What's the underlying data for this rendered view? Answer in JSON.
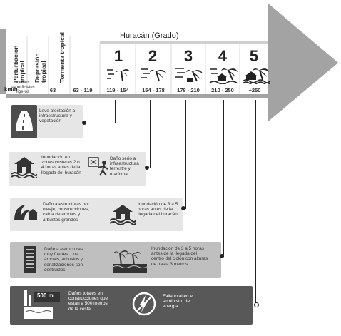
{
  "header": {
    "title": "Huracán (Grado)",
    "unit": "km/h"
  },
  "categories": [
    {
      "label": "Perturbación tropical",
      "speed": "vientos superficiales ligeros"
    },
    {
      "label": "Depresión tropical",
      "speed": "63"
    },
    {
      "label": "Tormenta tropical",
      "speed": "63 - 119"
    },
    {
      "label": "1",
      "speed": "119 - 154"
    },
    {
      "label": "2",
      "speed": "154 - 178"
    },
    {
      "label": "3",
      "speed": "178 - 210"
    },
    {
      "label": "4",
      "speed": "210 - 250"
    },
    {
      "label": "5",
      "speed": "+250"
    }
  ],
  "panels": {
    "p1": {
      "t1": "Leve afectación a infraestructura y vegetación"
    },
    "p2": {
      "t1": "Inundación en zonas costeras 2 o 4 horas antes de la llegada del huracán",
      "t2": "Daño serio a infraestructura terrestre y marítima"
    },
    "p3": {
      "t1": "Daño a estructuras por oleaje, construcciones, caída de árboles y arbustos grandes",
      "t2": "Inundación de 3 a 5 horas antes de la llegada del huracán"
    },
    "p4": {
      "t1": "Daño a estructuras muy fuertes. Los árboles, arbustos y señalizaciones son destruidos",
      "t2": "Inundación de 3 a 5 horas antes de la llegada del centro del ciclón con alturas de hasta 3 metros"
    },
    "p5": {
      "badge": "500 m",
      "t1": "Daños totales en construcciones que están a 500 metros de la costa",
      "t2": "Falla total en el suministro de energía"
    }
  },
  "colors": {
    "arrow": "#a3a3a3",
    "panel_light": "#e6e6e6",
    "panel_mid": "#bfbfbf",
    "panel_dark": "#585858",
    "panel_dark2": "#4d4d4d"
  }
}
